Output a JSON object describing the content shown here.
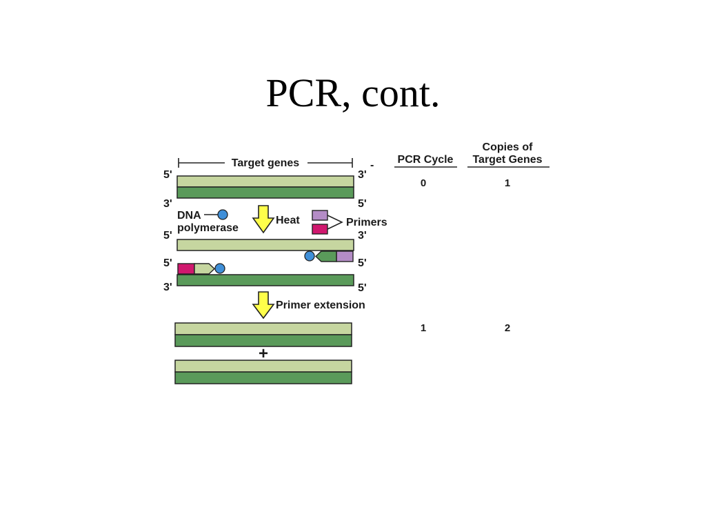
{
  "slide": {
    "title": "PCR, cont."
  },
  "diagram": {
    "target_genes_label": "Target genes",
    "dna_label": "DNA",
    "polymerase_label": "polymerase",
    "heat_label": "Heat",
    "primers_label": "Primers",
    "primer_extension_label": "Primer extension",
    "plus_label": "+",
    "end_5": "5'",
    "end_3": "3'",
    "tick_mark": "-",
    "colors": {
      "light_strand": "#c6d6a0",
      "dark_strand": "#5a9a5a",
      "primer_pink": "#d0186e",
      "primer_purple": "#b48cc6",
      "polymerase_blue": "#3f8fd8",
      "arrow_yellow": "#ffff4a"
    }
  },
  "table": {
    "headers": {
      "cycle": "PCR Cycle",
      "copies_line1": "Copies of",
      "copies_line2": "Target Genes"
    },
    "rows": [
      {
        "cycle": "0",
        "copies": "1"
      },
      {
        "cycle": "1",
        "copies": "2"
      }
    ]
  }
}
